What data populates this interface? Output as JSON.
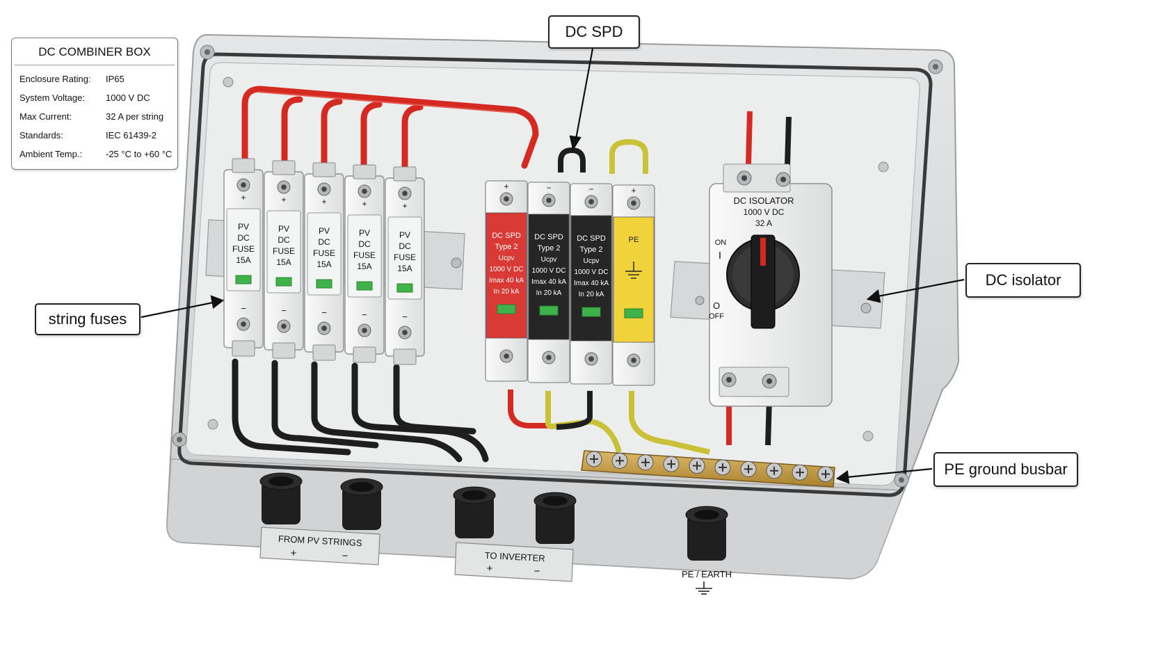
{
  "spec_card": {
    "title": "DC COMBINER BOX",
    "rows": [
      {
        "key": "Enclosure Rating:",
        "value": "IP65"
      },
      {
        "key": "System Voltage:",
        "value": "1000 V DC"
      },
      {
        "key": "Max Current:",
        "value": "32 A per string"
      },
      {
        "key": "Standards:",
        "value": "IEC 61439-2"
      },
      {
        "key": "Ambient Temp.:",
        "value": "-25 °C to +60 °C"
      }
    ]
  },
  "callouts": {
    "spd": "DC SPD",
    "fuses": "string fuses",
    "isolator": "DC isolator",
    "busbar": "PE ground busbar"
  },
  "fuses": {
    "label_lines": [
      "PV",
      "DC",
      "FUSE",
      "15A"
    ],
    "count": 5,
    "plus": "+",
    "minus": "−"
  },
  "spd_modules": [
    {
      "lines": [
        "DC SPD",
        "Type 2",
        "Ucpv",
        "1000 V DC",
        "Imax 40 kA",
        "In   20 kA"
      ],
      "color": "#d93a35",
      "text_color": "#ffffff",
      "top_sign": "+"
    },
    {
      "lines": [
        "DC SPD",
        "Type 2",
        "Ucpv",
        "1000 V DC",
        "Imax 40 kA",
        "In   20 kA"
      ],
      "color": "#262626",
      "text_color": "#ffffff",
      "top_sign": "−"
    },
    {
      "lines": [
        "DC SPD",
        "Type 2",
        "Ucpv",
        "1000 V DC",
        "Imax 40 kA",
        "In   20 kA"
      ],
      "color": "#262626",
      "text_color": "#ffffff",
      "top_sign": "−"
    },
    {
      "lines": [
        "PE"
      ],
      "color": "#f0d23a",
      "text_color": "#222222",
      "top_sign": "+"
    }
  ],
  "isolator": {
    "title": "DC ISOLATOR",
    "voltage": "1000 V DC",
    "current": "32 A",
    "on_label": "ON",
    "on_symbol": "I",
    "off_symbol": "O",
    "off_label": "OFF"
  },
  "glands": {
    "pv_label": "FROM PV STRINGS",
    "pv_plus": "+",
    "pv_minus": "−",
    "inv_label": "TO INVERTER",
    "inv_plus": "+",
    "inv_minus": "−",
    "pe_label": "PE / EARTH"
  },
  "colors": {
    "enclosure": "#d9dbdc",
    "backplate": "#eef0f0",
    "wire_red": "#d42a22",
    "wire_black": "#1e1e1e",
    "wire_pe": "#c9c238",
    "busbar": "#c8a04a",
    "led_green": "#3fb34a"
  }
}
